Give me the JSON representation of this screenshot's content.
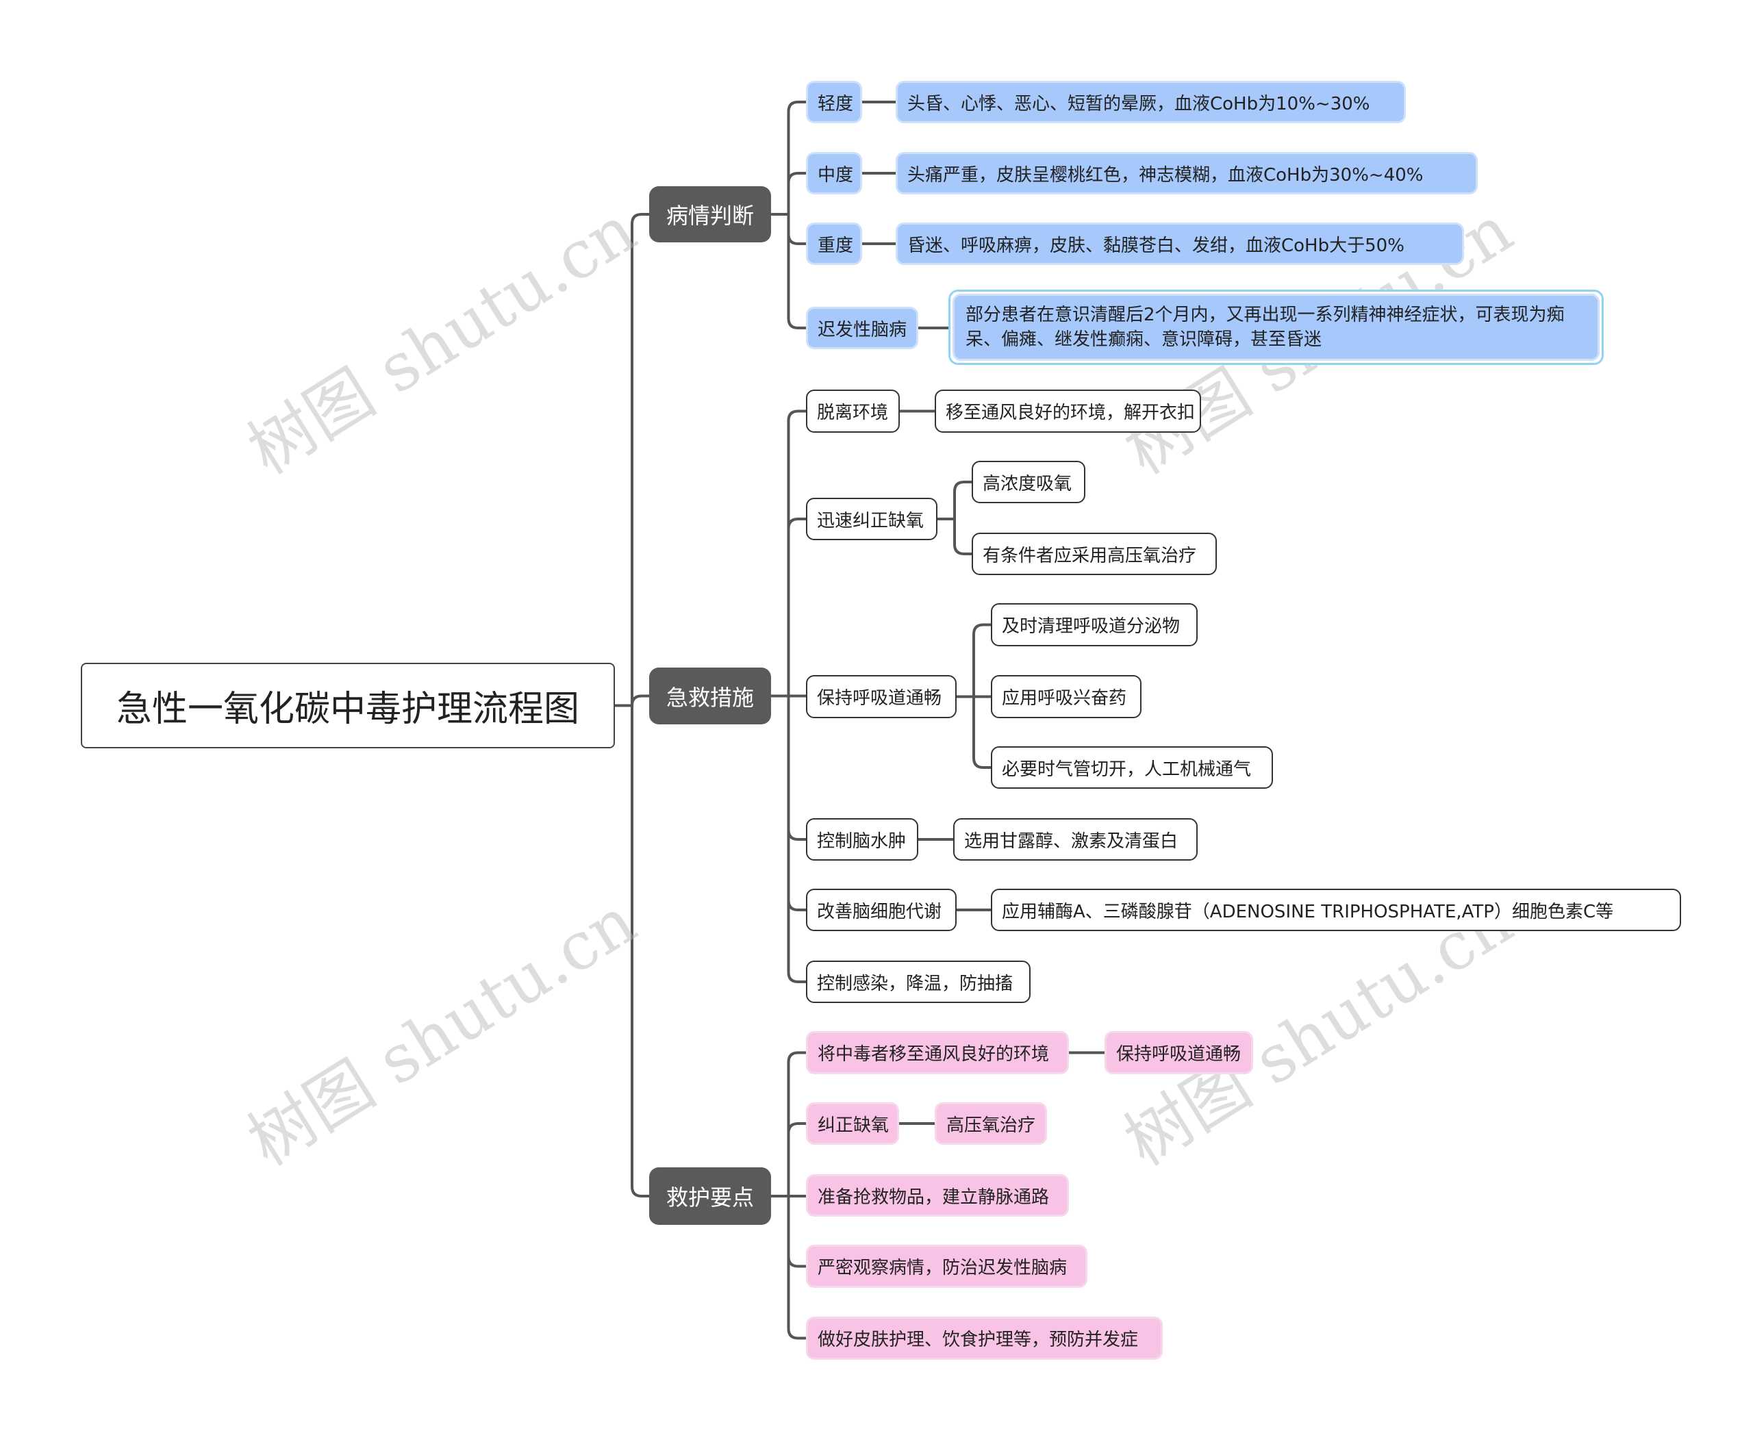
{
  "title": "急性一氧化碳中毒护理流程图",
  "watermark": "树图 shutu.cn",
  "colors": {
    "blue_node": "#a6c8fb",
    "pink_node": "#f9c3e6",
    "main_node": "#5a5a5a",
    "line": "#555555"
  },
  "branches": {
    "diagnosis": {
      "label": "病情判断",
      "items": [
        {
          "label": "轻度",
          "detail": "头昏、心悸、恶心、短暂的晕厥，血液CoHb为10%~30%"
        },
        {
          "label": "中度",
          "detail": "头痛严重，皮肤呈樱桃红色，神志模糊，血液CoHb为30%~40%"
        },
        {
          "label": "重度",
          "detail": "昏迷、呼吸麻痹，皮肤、黏膜苍白、发绀，血液CoHb大于50%"
        },
        {
          "label": "迟发性脑病",
          "detail": "部分患者在意识清醒后2个月内，又再出现一系列精神神经症状，可表现为痴呆、偏瘫、继发性癫痫、意识障碍，甚至昏迷"
        }
      ]
    },
    "first_aid": {
      "label": "急救措施",
      "items": [
        {
          "label": "脱离环境",
          "children": [
            "移至通风良好的环境，解开衣扣"
          ]
        },
        {
          "label": "迅速纠正缺氧",
          "children": [
            "高浓度吸氧",
            "有条件者应采用高压氧治疗"
          ]
        },
        {
          "label": "保持呼吸道通畅",
          "children": [
            "及时清理呼吸道分泌物",
            "应用呼吸兴奋药",
            "必要时气管切开，人工机械通气"
          ]
        },
        {
          "label": "控制脑水肿",
          "children": [
            "选用甘露醇、激素及清蛋白"
          ]
        },
        {
          "label": "改善脑细胞代谢",
          "children": [
            "应用辅酶A、三磷酸腺苷（ADENOSINE TRIPHOSPHATE,ATP）细胞色素C等"
          ]
        },
        {
          "label": "控制感染，降温，防抽搐",
          "children": []
        }
      ]
    },
    "nursing": {
      "label": "救护要点",
      "items": [
        {
          "label": "将中毒者移至通风良好的环境",
          "children": [
            "保持呼吸道通畅"
          ]
        },
        {
          "label": "纠正缺氧",
          "children": [
            "高压氧治疗"
          ]
        },
        {
          "label": "准备抢救物品，建立静脉通路",
          "children": []
        },
        {
          "label": "严密观察病情，防治迟发性脑病",
          "children": []
        },
        {
          "label": "做好皮肤护理、饮食护理等，预防并发症",
          "children": []
        }
      ]
    }
  }
}
